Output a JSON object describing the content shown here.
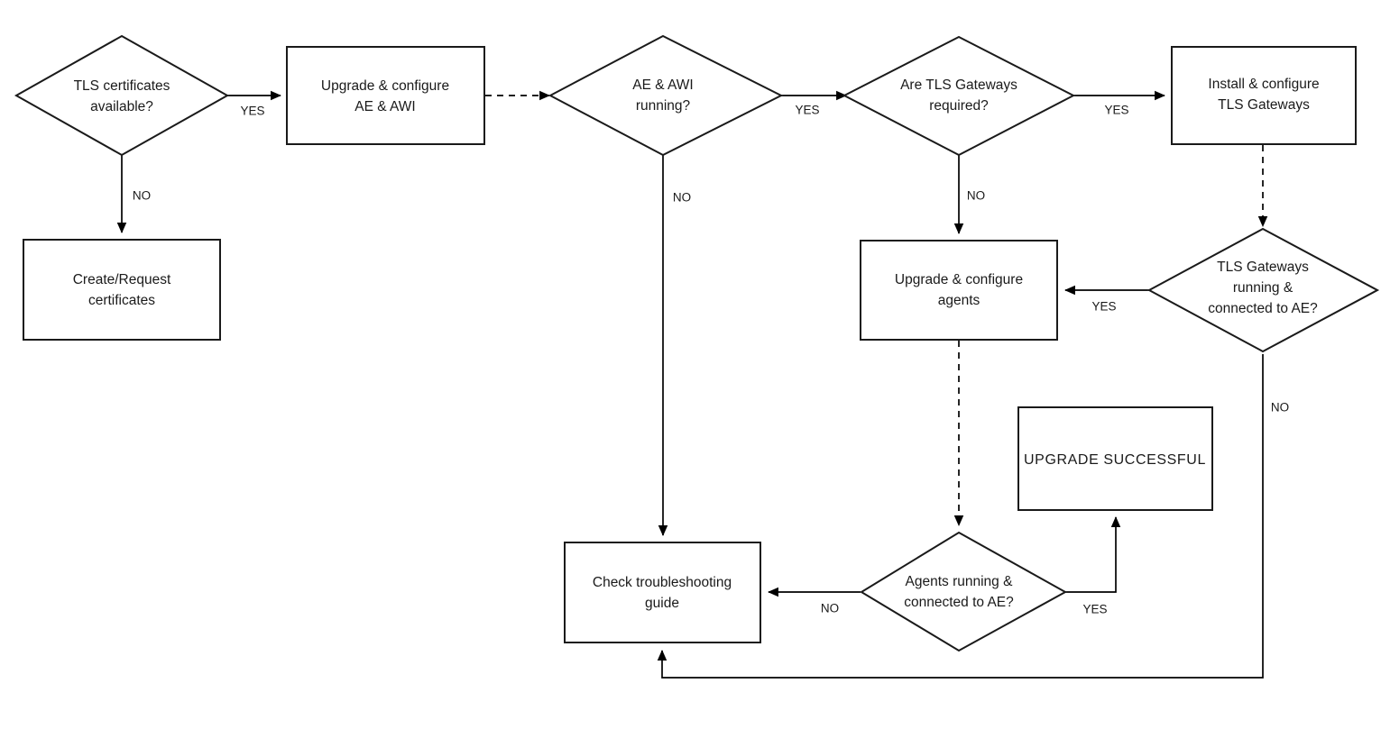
{
  "diagram": {
    "title": "TLS upgrade decision flowchart",
    "colors": {
      "background": "#ffffff",
      "shape_fill": "#ffffff",
      "shape_stroke": "#1a1a1a",
      "connector": "#000000",
      "text": "#1a1a1a"
    },
    "nodes": [
      {
        "id": "tls-certificates-available",
        "type": "decision",
        "line1": "TLS certificates",
        "line2": "available?"
      },
      {
        "id": "create-request-certificates",
        "type": "process",
        "line1": "Create/Request",
        "line2": "certificates"
      },
      {
        "id": "upgrade-configure-ae-awi",
        "type": "process",
        "line1": "Upgrade & configure",
        "line2": "AE & AWI"
      },
      {
        "id": "ae-awi-running",
        "type": "decision",
        "line1": "AE & AWI",
        "line2": "running?"
      },
      {
        "id": "are-tls-gateways-required",
        "type": "decision",
        "line1": "Are TLS Gateways",
        "line2": "required?"
      },
      {
        "id": "install-configure-tls-gateways",
        "type": "process",
        "line1": "Install & configure",
        "line2": "TLS Gateways"
      },
      {
        "id": "tls-gateways-running-connected",
        "type": "decision",
        "line1": "TLS Gateways",
        "line2": "running &",
        "line3": "connected to AE?"
      },
      {
        "id": "upgrade-configure-agents",
        "type": "process",
        "line1": "Upgrade & configure",
        "line2": "agents"
      },
      {
        "id": "upgrade-successful",
        "type": "process",
        "line1": "UPGRADE  SUCCESSFUL"
      },
      {
        "id": "agents-running-connected",
        "type": "decision",
        "line1": "Agents running &",
        "line2": "connected to AE?"
      },
      {
        "id": "check-troubleshooting-guide",
        "type": "process",
        "line1": "Check troubleshooting",
        "line2": "guide"
      }
    ],
    "edge_labels": {
      "certs_yes": "YES",
      "certs_no": "NO",
      "ae_awi_yes": "YES",
      "ae_awi_no": "NO",
      "gateways_required_yes": "YES",
      "gateways_required_no": "NO",
      "gateways_running_yes": "YES",
      "gateways_running_no": "NO",
      "agents_running_yes": "YES",
      "agents_running_no": "NO"
    }
  }
}
